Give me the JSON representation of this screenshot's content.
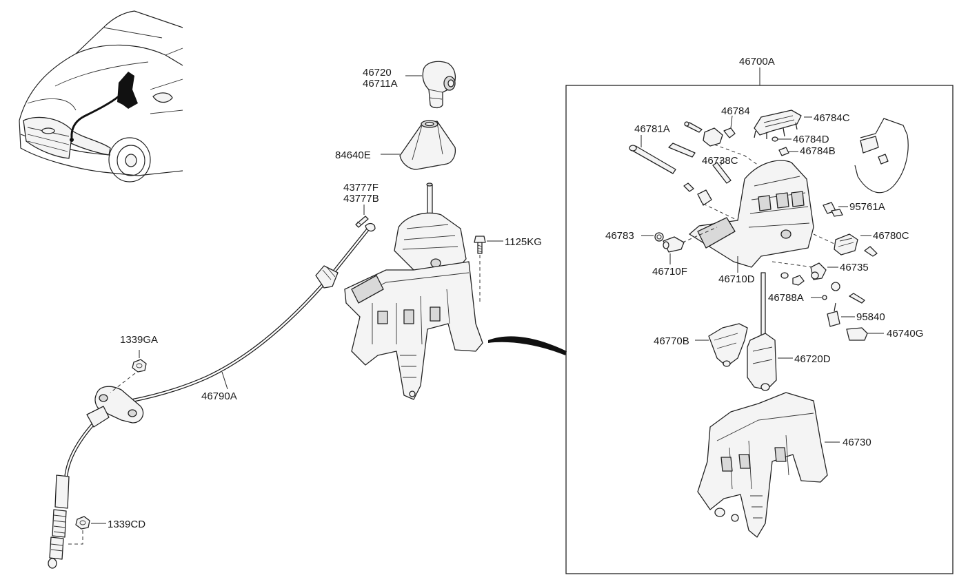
{
  "callouts": {
    "c46720": "46720",
    "c46711A": "46711A",
    "c84640E": "84640E",
    "c43777F": "43777F",
    "c43777B": "43777B",
    "c1125KG": "1125KG",
    "c1339GA": "1339GA",
    "c46790A": "46790A",
    "c1339CD": "1339CD",
    "c46700A": "46700A",
    "c46784": "46784",
    "c46784C": "46784C",
    "c46781A": "46781A",
    "c46784D": "46784D",
    "c46784B": "46784B",
    "c46738C": "46738C",
    "c95761A": "95761A",
    "c46783": "46783",
    "c46780C": "46780C",
    "c46710F": "46710F",
    "c46710D": "46710D",
    "c46735": "46735",
    "c46788A": "46788A",
    "c95840": "95840",
    "c46770B": "46770B",
    "c46740G": "46740G",
    "c46720D": "46720D",
    "c46730": "46730"
  }
}
